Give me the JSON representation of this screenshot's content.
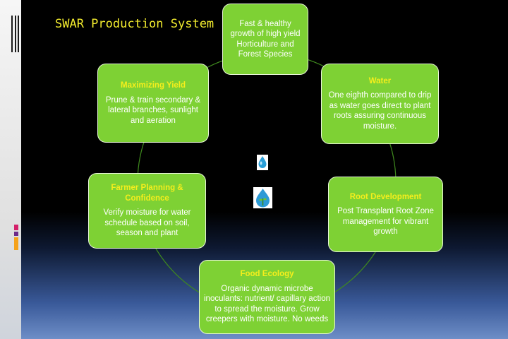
{
  "slide": {
    "title": "SWAR Production System",
    "center_icons": [
      "water-drop-icon",
      "sprouting-drop-icon"
    ],
    "boxes": [
      {
        "id": "top",
        "heading": "",
        "text": "Fast & healthy growth of high yield Horticulture and Forest Species"
      },
      {
        "id": "water",
        "heading": "Water",
        "text": "One eighth compared to drip as water goes direct to plant roots assuring continuous moisture."
      },
      {
        "id": "root",
        "heading": "Root Development",
        "text": "Post Transplant Root Zone management for vibrant growth"
      },
      {
        "id": "food",
        "heading": "Food Ecology",
        "text": "Organic dynamic microbe inoculants: nutrient/ capillary action to spread the moisture. Grow creepers with moisture. No weeds"
      },
      {
        "id": "farmer",
        "heading": "Farmer Planning & Confidence",
        "text": "Verify moisture for water schedule based on soil, season and plant"
      },
      {
        "id": "yield",
        "heading": "Maximizing Yield",
        "text": "Prune & train secondary & lateral branches, sunlight and aeration"
      }
    ]
  },
  "colors": {
    "box_fill": "#7ed134",
    "heading": "#f5ee1c",
    "title": "#f3ec2e",
    "ring": "#3f8a1e",
    "background": "#000000"
  }
}
